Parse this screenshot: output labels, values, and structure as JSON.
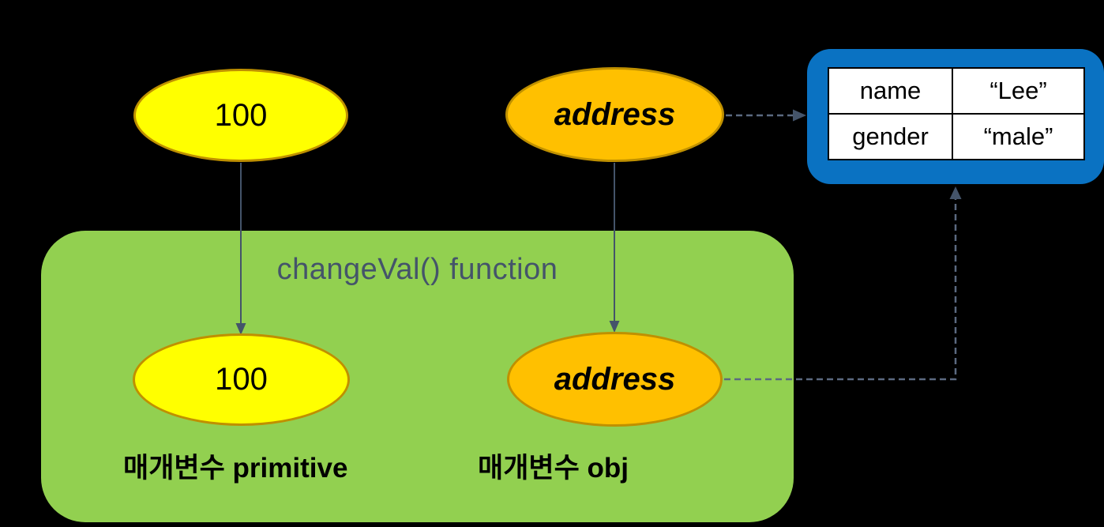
{
  "colors": {
    "background": "#000000",
    "primitive_ellipse_fill": "#FFFF00",
    "reference_ellipse_fill": "#FFC000",
    "ellipse_border": "#BF9000",
    "function_box_fill": "#92D050",
    "object_box_fill": "#0A72C2",
    "title_text": "#44546A",
    "solid_arrow": "#44546A",
    "dashed_arrow": "#5B6980",
    "table_cell_fill": "#FFFFFF",
    "table_border": "#000000",
    "body_text": "#000000"
  },
  "diagram": {
    "top": {
      "primitive_value": "100",
      "reference_value": "address"
    },
    "function_box": {
      "title": "changeVal() function",
      "param_primitive_value": "100",
      "param_primitive_label": "매개변수 primitive",
      "param_obj_value": "address",
      "param_obj_label": "매개변수 obj"
    },
    "object_table": {
      "rows": [
        {
          "key": "name",
          "value": "“Lee”"
        },
        {
          "key": "gender",
          "value": "“male”"
        }
      ]
    }
  }
}
